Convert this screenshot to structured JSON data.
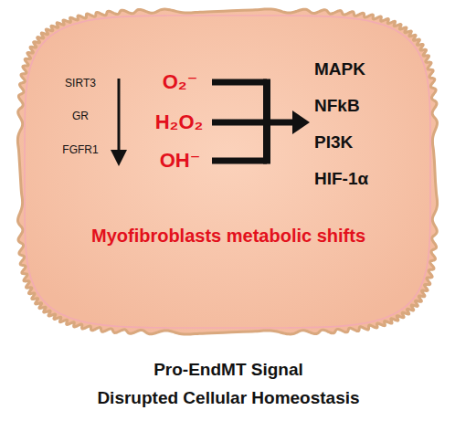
{
  "diagram": {
    "nodes": [
      {
        "text": [
          "Myofibroblasts metabolic shifts"
        ]
      }
    ],
    "labels": [
      "SIRT3",
      "GR",
      "FGFR1",
      "O₂⁻",
      "H₂O₂",
      "OH⁻",
      "MAPK",
      "NFkB",
      "PI3K",
      "HIF-1α",
      "Pro-EndMT Signal",
      "Disrupted Cellular Homeostasis"
    ]
  }
}
